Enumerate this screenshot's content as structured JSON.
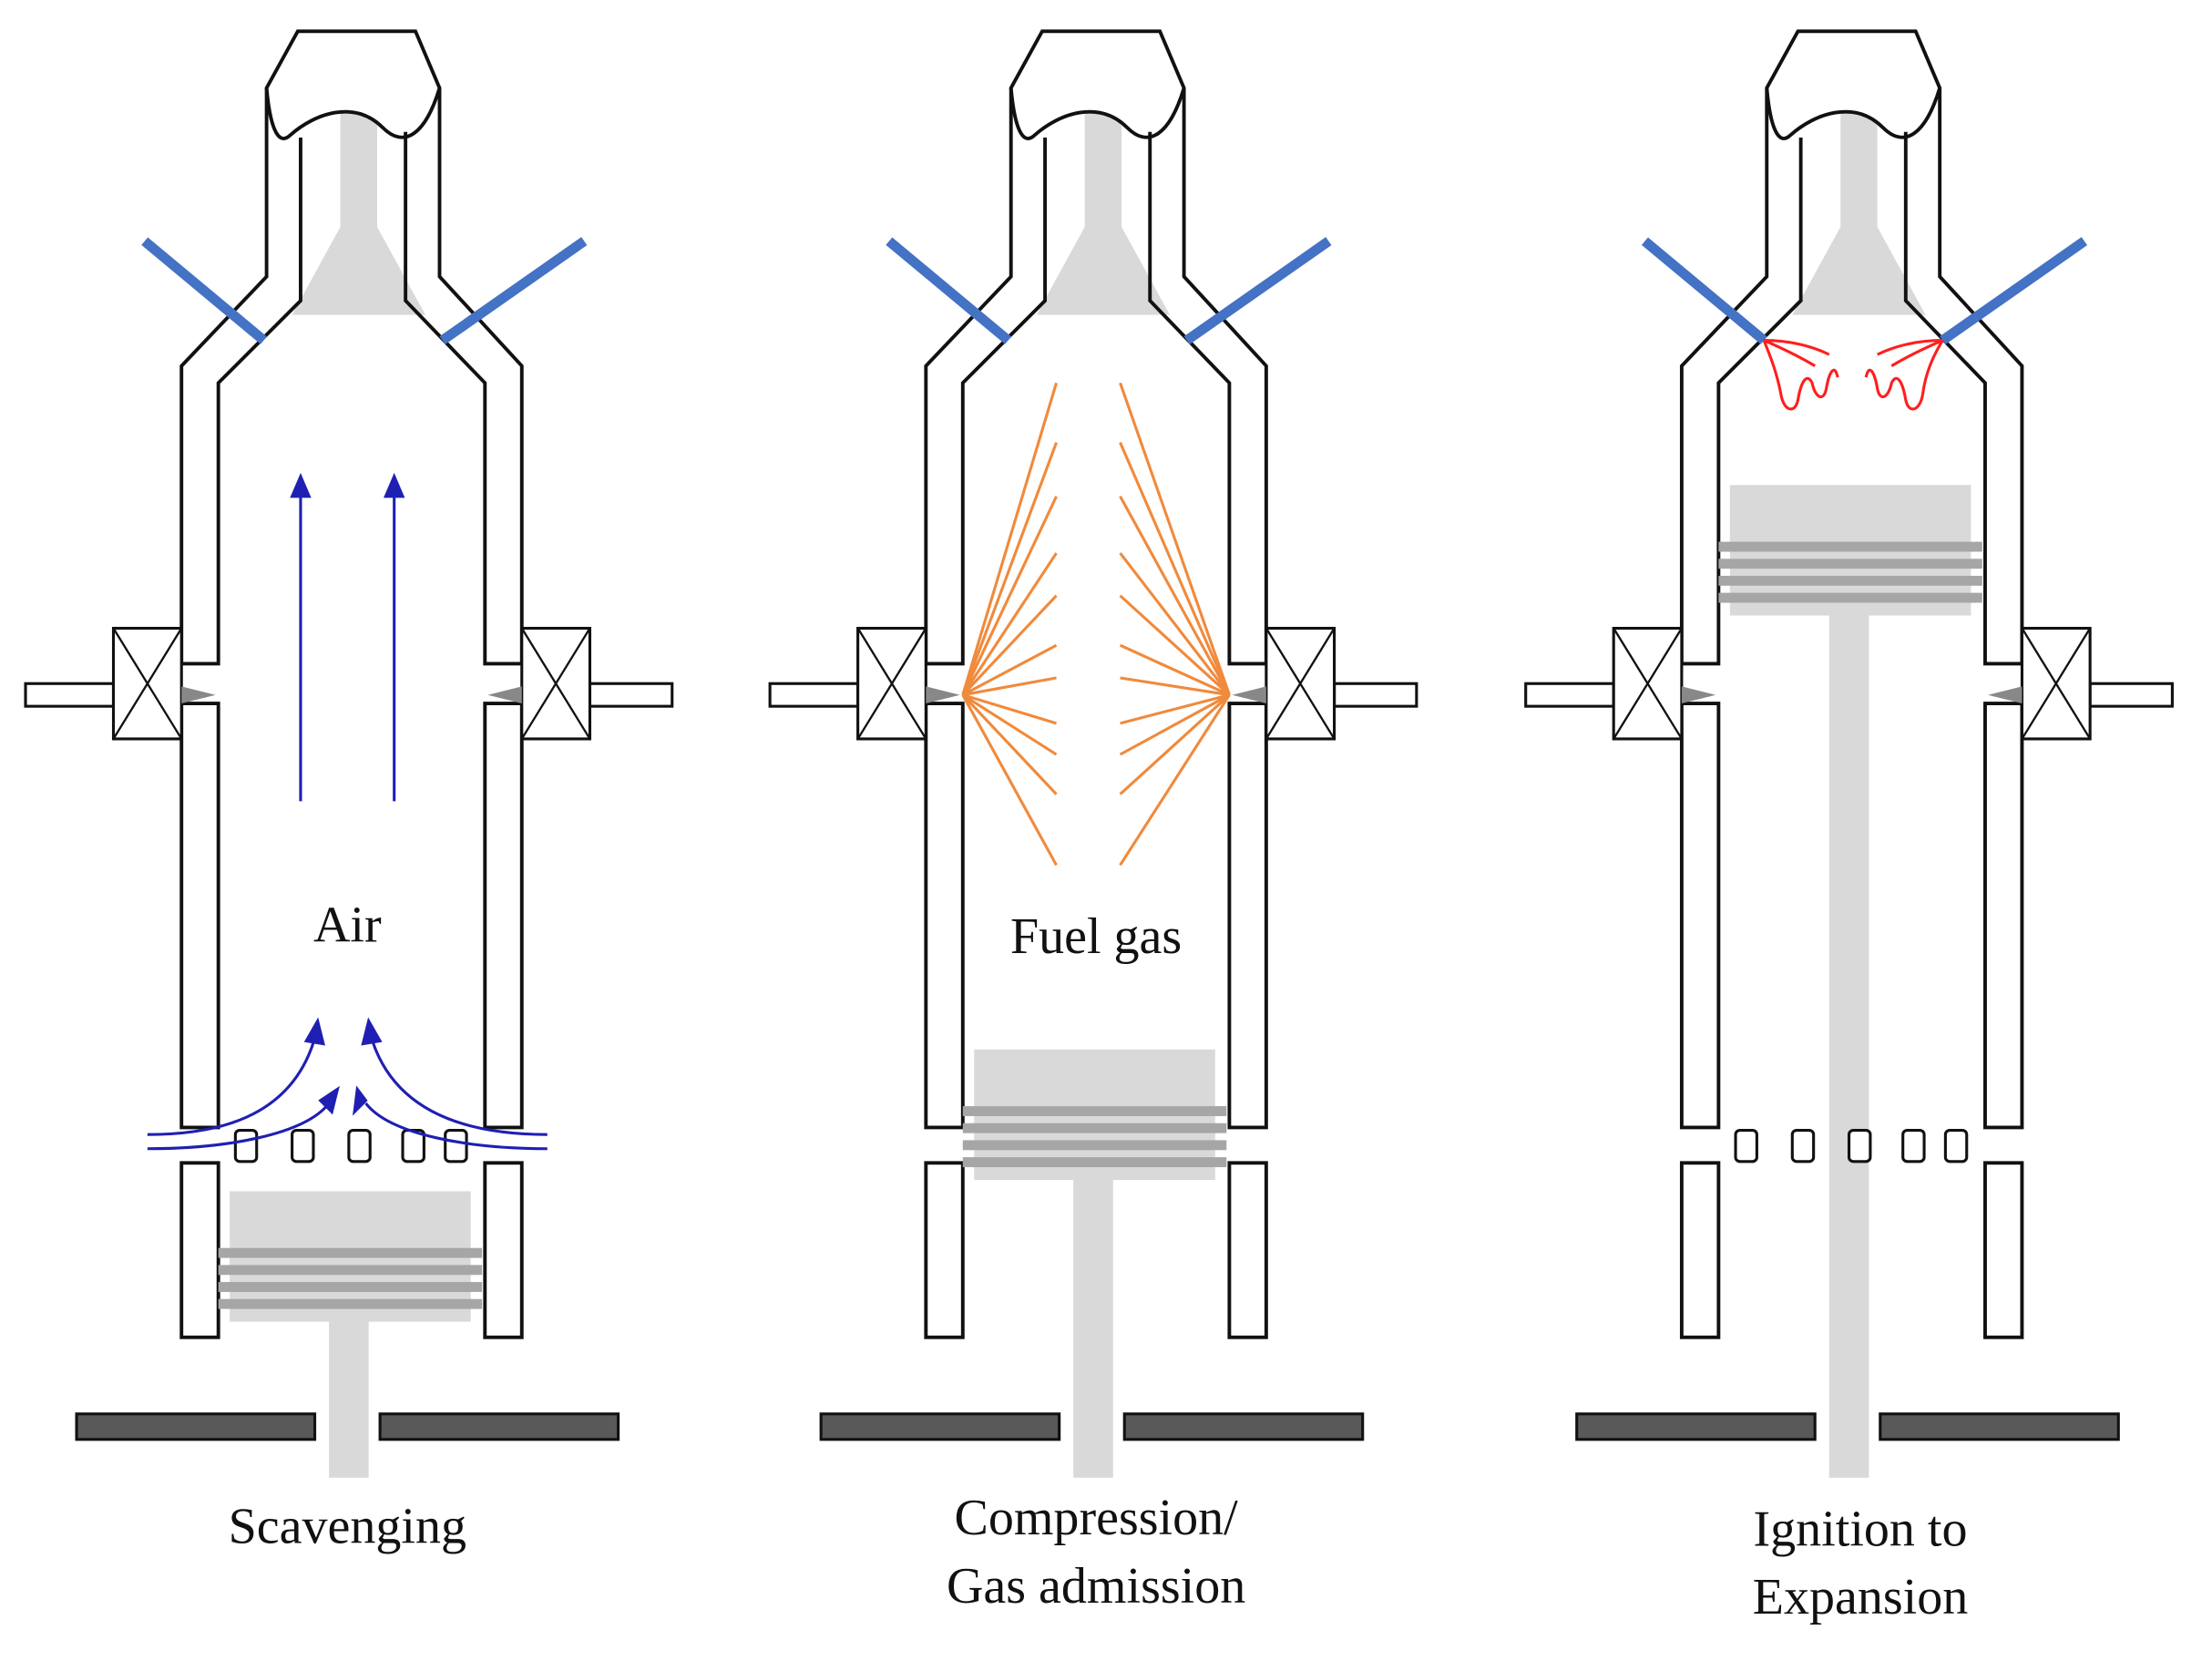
{
  "colors": {
    "outline": "#111111",
    "injector": "#4472c4",
    "air_arrow": "#1f1fb4",
    "fuel_gas": "#f08a3c",
    "ignition": "#ff1e1e",
    "piston": "#d9d9d9",
    "piston_ring": "#a6a6a6",
    "base_plate": "#595959"
  },
  "panels": [
    {
      "inner_label": "Air",
      "caption_line1": "Scavenging",
      "caption_line2": "",
      "flow": "air-arrows",
      "piston": "bottom"
    },
    {
      "inner_label": "Fuel gas",
      "caption_line1": "Compression/",
      "caption_line2": "Gas admission",
      "flow": "gas-jets",
      "piston": "middle"
    },
    {
      "inner_label": "",
      "caption_line1": "Ignition to",
      "caption_line2": "Expansion",
      "flow": "ignition-sparks",
      "piston": "top"
    }
  ]
}
